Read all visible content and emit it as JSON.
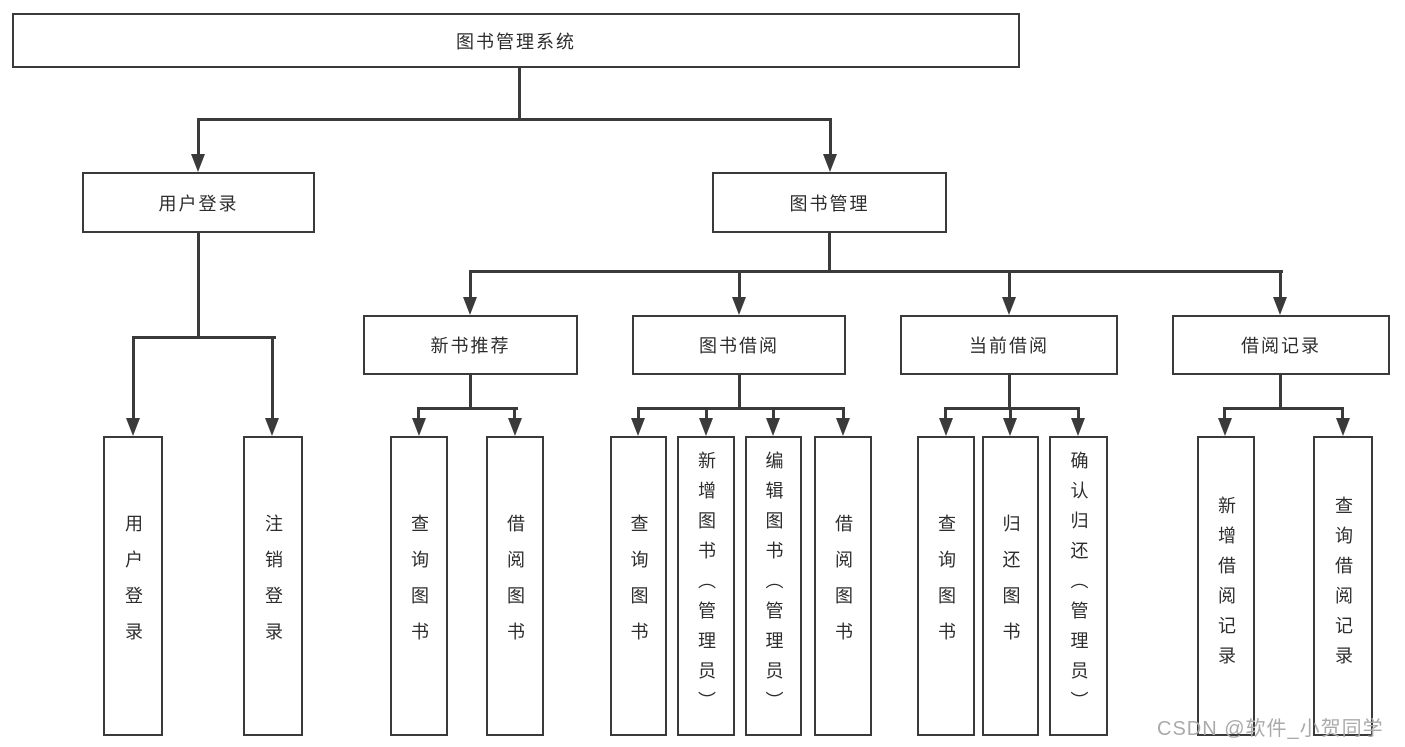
{
  "colors": {
    "background": "#ffffff",
    "line": "#3a3a3a",
    "box_border": "#3a3a3a",
    "text": "#2d2d2d",
    "watermark": "#aaaaaa"
  },
  "watermark": {
    "text": "CSDN @软件_小贺同学"
  },
  "tree": {
    "root": "图书管理系统",
    "user_login_branch": {
      "label": "用户登录",
      "children": [
        "用户登录",
        "注销登录"
      ]
    },
    "book_mgmt_branch": {
      "label": "图书管理",
      "groups": [
        {
          "label": "新书推荐",
          "children": [
            "查询图书",
            "借阅图书"
          ]
        },
        {
          "label": "图书借阅",
          "children": [
            "查询图书",
            "新增图书（管理员）",
            "编辑图书（管理员）",
            "借阅图书"
          ]
        },
        {
          "label": "当前借阅",
          "children": [
            "查询图书",
            "归还图书",
            "确认归还（管理员）"
          ]
        },
        {
          "label": "借阅记录",
          "children": [
            "新增借阅记录",
            "查询借阅记录"
          ]
        }
      ]
    }
  }
}
